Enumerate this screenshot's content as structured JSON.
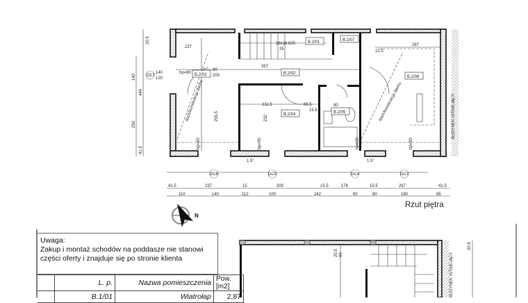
{
  "title": "Rzut piętra",
  "compass": "N",
  "existing_building": "BUDYNEK ISTNIEJĄCY",
  "rooms": [
    "B.2/01",
    "B.2/02",
    "B.2/03",
    "B.2/04",
    "B.2/05",
    "B.2/06",
    "B.2/07"
  ],
  "hp_label": "hp=90",
  "hp_window": "hp=90",
  "roof_label": "dach/konstrukcja dachu",
  "window_tags": [
    "DC7",
    "DC6",
    "DC5",
    "DC4",
    "DC3"
  ],
  "window_dims": {
    "dc7_w": "140",
    "dc7_h": "120"
  },
  "left_dims": {
    "outer": [
      "20.5",
      "444",
      "41.5"
    ],
    "inner": [
      "140",
      "250"
    ]
  },
  "bottom_dims_row1": [
    "41.5",
    "237",
    "15",
    "300",
    "15.5",
    "176",
    "15.5",
    "267",
    "41.5"
  ],
  "bottom_dims_row2": [
    "110",
    "140",
    "112",
    "100",
    "242",
    "80",
    "80",
    "180",
    "85"
  ],
  "interior_dims": [
    "237",
    "357",
    "18x18.825",
    "25",
    "287",
    "21.5",
    "211.5",
    "86.5",
    "15.5",
    "90",
    "232",
    "255.5",
    "1.5°",
    "1.5°",
    "200",
    "80"
  ],
  "note": {
    "heading": "Uwaga:",
    "line1": "Zakup i montaż schodów na poddasze nie stanowi",
    "line2": "części oferty i znajduje się po stronie klienta"
  },
  "table": {
    "headers": [
      "L. p.",
      "Nazwa pomieszczenia",
      "Pow. [m2]"
    ],
    "rows": [
      [
        "B.1/01",
        "Wiatrołap",
        "2,87"
      ]
    ]
  },
  "lower_dims": [
    "20.5",
    "90",
    "20.5"
  ]
}
